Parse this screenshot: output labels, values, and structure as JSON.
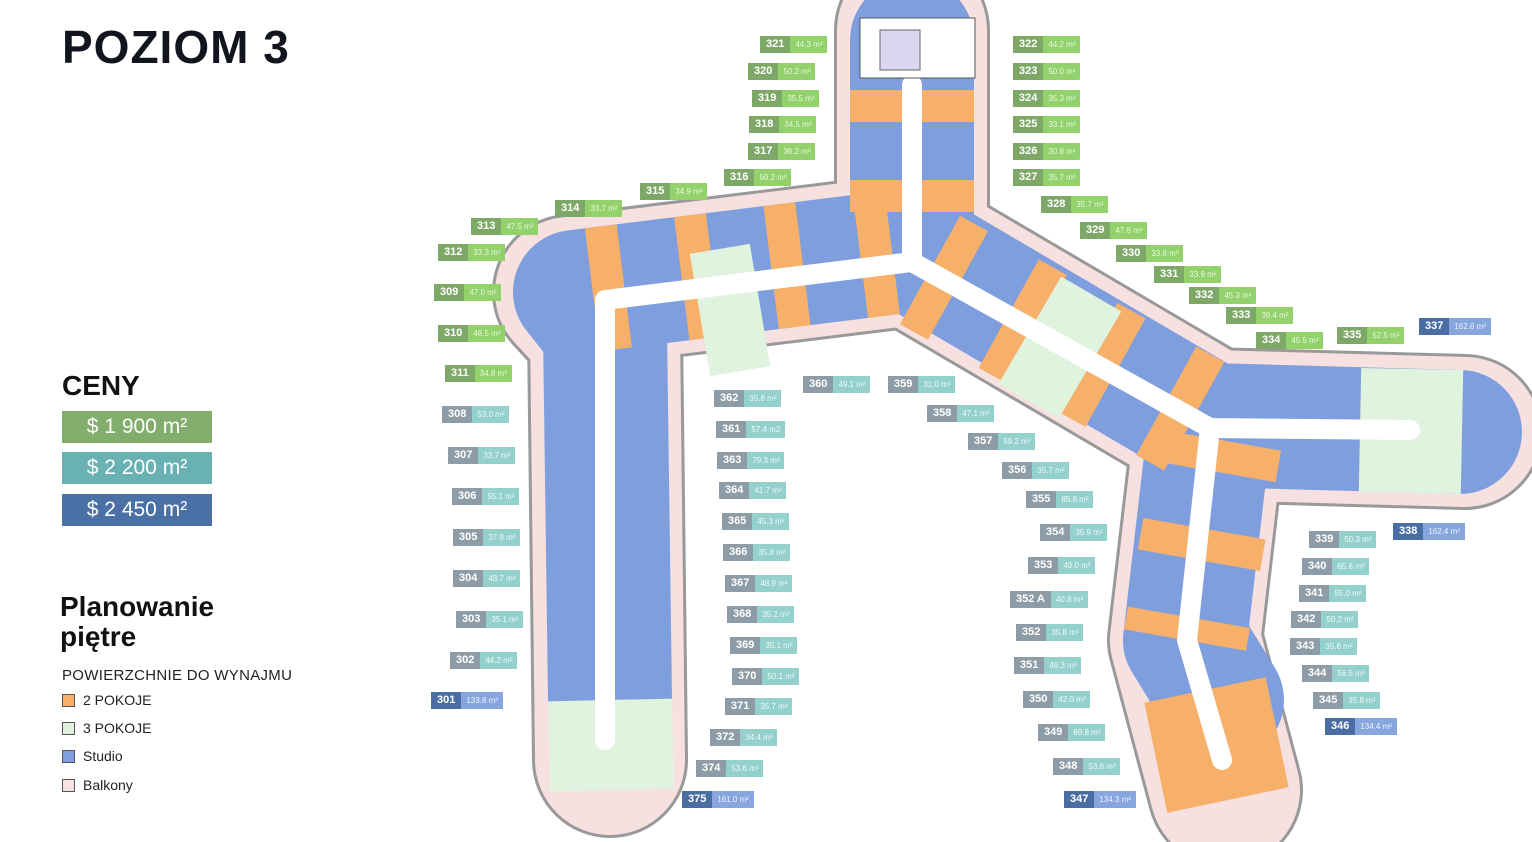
{
  "title": "POZIOM 3",
  "prices": {
    "heading": "CENY",
    "tiers": [
      {
        "label": "$ 1 900  m²",
        "color": "#82ad6c"
      },
      {
        "label": "$ 2 200 m²",
        "color": "#69b1b3"
      },
      {
        "label": "$ 2 450 m²",
        "color": "#4a70a6"
      }
    ]
  },
  "legend": {
    "heading": "Planowanie piętre",
    "subheading": "POWIERZCHNIE DO WYNAJMU",
    "items": [
      {
        "label": "2 POKOJE",
        "color": "#f7b06a"
      },
      {
        "label": "3 POKOJE",
        "color": "#dff3df"
      },
      {
        "label": "Studio",
        "color": "#7f9ede"
      },
      {
        "label": "Balkony",
        "color": "#f6e2e2"
      }
    ]
  },
  "units": [
    {
      "id": "301",
      "area": "133.8 m²",
      "tier": "b"
    },
    {
      "id": "302",
      "area": "44.2 m²",
      "tier": "t"
    },
    {
      "id": "303",
      "area": "35.1 m²",
      "tier": "t"
    },
    {
      "id": "304",
      "area": "48.7 m²",
      "tier": "t"
    },
    {
      "id": "305",
      "area": "37.9 m²",
      "tier": "t"
    },
    {
      "id": "306",
      "area": "55.1 m²",
      "tier": "t"
    },
    {
      "id": "307",
      "area": "33.7 m²",
      "tier": "t"
    },
    {
      "id": "308",
      "area": "53.0 m²",
      "tier": "t"
    },
    {
      "id": "309",
      "area": "47.0 m²",
      "tier": "g"
    },
    {
      "id": "310",
      "area": "46.5 m²",
      "tier": "g"
    },
    {
      "id": "311",
      "area": "34.8 m²",
      "tier": "g"
    },
    {
      "id": "312",
      "area": "33.3 m²",
      "tier": "g"
    },
    {
      "id": "313",
      "area": "47.5 m²",
      "tier": "g"
    },
    {
      "id": "314",
      "area": "33.7 m²",
      "tier": "g"
    },
    {
      "id": "315",
      "area": "34.9 m²",
      "tier": "g"
    },
    {
      "id": "316",
      "area": "50.2 m²",
      "tier": "g"
    },
    {
      "id": "317",
      "area": "36.2 m²",
      "tier": "g"
    },
    {
      "id": "318",
      "area": "34.5 m²",
      "tier": "g"
    },
    {
      "id": "319",
      "area": "35.5 m²",
      "tier": "g"
    },
    {
      "id": "320",
      "area": "50.2 m²",
      "tier": "g"
    },
    {
      "id": "321",
      "area": "44.3 m²",
      "tier": "g"
    },
    {
      "id": "322",
      "area": "44.2 m²",
      "tier": "g"
    },
    {
      "id": "323",
      "area": "50.0 m²",
      "tier": "g"
    },
    {
      "id": "324",
      "area": "35.3 m²",
      "tier": "g"
    },
    {
      "id": "325",
      "area": "33.1 m²",
      "tier": "g"
    },
    {
      "id": "326",
      "area": "30.8 m²",
      "tier": "g"
    },
    {
      "id": "327",
      "area": "35.7 m²",
      "tier": "g"
    },
    {
      "id": "328",
      "area": "35.7 m²",
      "tier": "g"
    },
    {
      "id": "329",
      "area": "47.8 m²",
      "tier": "g"
    },
    {
      "id": "330",
      "area": "33.8 m²",
      "tier": "g"
    },
    {
      "id": "331",
      "area": "33.9 m²",
      "tier": "g"
    },
    {
      "id": "332",
      "area": "45.3 m²",
      "tier": "g"
    },
    {
      "id": "333",
      "area": "39.4 m²",
      "tier": "g"
    },
    {
      "id": "334",
      "area": "45.5 m²",
      "tier": "g"
    },
    {
      "id": "335",
      "area": "52.5 m²",
      "tier": "g"
    },
    {
      "id": "337",
      "area": "162.6 m²",
      "tier": "b"
    },
    {
      "id": "338",
      "area": "162.4 m²",
      "tier": "b"
    },
    {
      "id": "339",
      "area": "50.3 m²",
      "tier": "t"
    },
    {
      "id": "340",
      "area": "65.6 m²",
      "tier": "t"
    },
    {
      "id": "341",
      "area": "55.0 m²",
      "tier": "t"
    },
    {
      "id": "342",
      "area": "50.2 m²",
      "tier": "t"
    },
    {
      "id": "343",
      "area": "35.6 m²",
      "tier": "t"
    },
    {
      "id": "344",
      "area": "56.5 m²",
      "tier": "t"
    },
    {
      "id": "345",
      "area": "35.8 m²",
      "tier": "t"
    },
    {
      "id": "346",
      "area": "134.4 m²",
      "tier": "b"
    },
    {
      "id": "347",
      "area": "134.3 m²",
      "tier": "b"
    },
    {
      "id": "348",
      "area": "53.6 m²",
      "tier": "t"
    },
    {
      "id": "349",
      "area": "69.8 m²",
      "tier": "t"
    },
    {
      "id": "350",
      "area": "42.0 m²",
      "tier": "t"
    },
    {
      "id": "351",
      "area": "49.3 m²",
      "tier": "t"
    },
    {
      "id": "352",
      "area": "35.8 m²",
      "tier": "t"
    },
    {
      "id": "352 A",
      "area": "40.8 m²",
      "tier": "t"
    },
    {
      "id": "353",
      "area": "49.0 m²",
      "tier": "t"
    },
    {
      "id": "354",
      "area": "35.9 m²",
      "tier": "t"
    },
    {
      "id": "355",
      "area": "85.8 m²",
      "tier": "t"
    },
    {
      "id": "356",
      "area": "35.7 m²",
      "tier": "t"
    },
    {
      "id": "357",
      "area": "59.2 m²",
      "tier": "t"
    },
    {
      "id": "358",
      "area": "47.1 m²",
      "tier": "t"
    },
    {
      "id": "359",
      "area": "31.0 m²",
      "tier": "t"
    },
    {
      "id": "360",
      "area": "49.1 m²",
      "tier": "t"
    },
    {
      "id": "361",
      "area": "57.4 m2",
      "tier": "t"
    },
    {
      "id": "362",
      "area": "35.8 m²",
      "tier": "t"
    },
    {
      "id": "363",
      "area": "79.3 m²",
      "tier": "t"
    },
    {
      "id": "364",
      "area": "41.7 m²",
      "tier": "t"
    },
    {
      "id": "365",
      "area": "45.3 m²",
      "tier": "t"
    },
    {
      "id": "366",
      "area": "35.8 m²",
      "tier": "t"
    },
    {
      "id": "367",
      "area": "48.9 m²",
      "tier": "t"
    },
    {
      "id": "368",
      "area": "35.2 m²",
      "tier": "t"
    },
    {
      "id": "369",
      "area": "35.1 m²",
      "tier": "t"
    },
    {
      "id": "370",
      "area": "50.1 m²",
      "tier": "t"
    },
    {
      "id": "371",
      "area": "35.7 m²",
      "tier": "t"
    },
    {
      "id": "372",
      "area": "34.4 m²",
      "tier": "t"
    },
    {
      "id": "374",
      "area": "53.6 m²",
      "tier": "t"
    },
    {
      "id": "375",
      "area": "161.0 m²",
      "tier": "b"
    }
  ]
}
